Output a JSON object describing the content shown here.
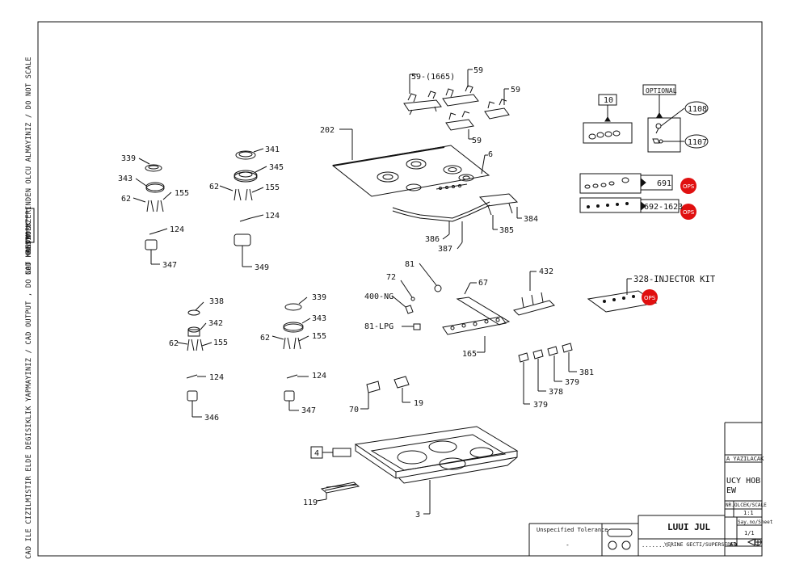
{
  "margin_text": {
    "warning_1": "RESIM UZERINDEN OLCU ALMAYINIZ / DO NOT SCALE",
    "label_2": "CAD KONTROL",
    "warning_3": "CAD ILE CIZILMISTIR ELDE DEGISIKLIK YAPMAYINIZ / CAD OUTPUT , DO NOT HANDWORK"
  },
  "callouts": {
    "c59_1665": "59-(1665)",
    "c59_a": "59",
    "c59_b": "59",
    "c59_c": "59",
    "c202": "202",
    "c6": "6",
    "c10": "10",
    "optional": "OPTIONAL",
    "c1108": "1108",
    "c1107": "1107",
    "c691": "691",
    "c692": "692-1623",
    "c339_a": "339",
    "c343_a": "343",
    "c62_a": "62",
    "c155_a": "155",
    "c124_a": "124",
    "c347_a": "347",
    "c341": "341",
    "c345": "345",
    "c62_b": "62",
    "c155_b": "155",
    "c124_b": "124",
    "c349": "349",
    "c384": "384",
    "c385": "385",
    "c386": "386",
    "c387": "387",
    "c81": "81",
    "c72": "72",
    "c400": "400-NG",
    "c81lpg": "81-LPG",
    "c67": "67",
    "c432": "432",
    "c165": "165",
    "c328": "328-INJECTOR KIT",
    "c338": "338",
    "c342": "342",
    "c62_c": "62",
    "c155_c": "155",
    "c124_c": "124",
    "c346": "346",
    "c339_b": "339",
    "c343_b": "343",
    "c62_d": "62",
    "c155_d": "155",
    "c124_d": "124",
    "c347_b": "347",
    "c70": "70",
    "c19": "19",
    "c378": "378",
    "c379_a": "379",
    "c379_b": "379",
    "c381": "381",
    "c4": "4",
    "c119": "119",
    "c3": "3",
    "ops": "OPS"
  },
  "title_block": {
    "yazilacak": "A YAZILACAK",
    "title_1": "UCY HOB",
    "title_2": "EW",
    "nr": "NR.",
    "olcek": "OLCEK/SCALE",
    "scale": "1:1",
    "sayfa": "Say.no/Sheet",
    "sheet": "1/1",
    "tolerance": "Unspecified Tolerance",
    "dash": "-",
    "yerine": "YERINE GECTI/SUPERSEDED",
    "size": "A3",
    "drawing_no": "LUUI JUL"
  },
  "colors": {
    "ops_badge": "#e01010",
    "line": "#111111"
  }
}
